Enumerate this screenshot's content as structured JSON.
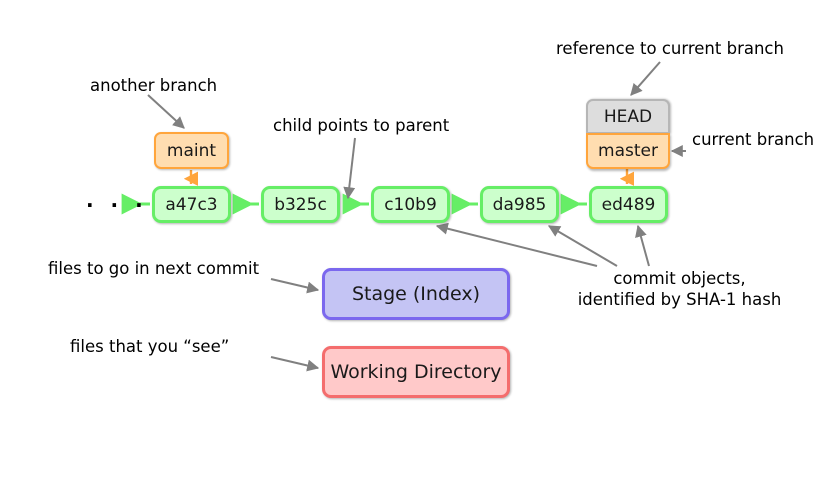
{
  "diagram": {
    "title": "Git data model: commits, branches, stage and working directory",
    "colors": {
      "commit_fill": "#ccffcc",
      "commit_border": "#66ee66",
      "branch_fill": "#ffddb0",
      "branch_border": "#ffa53c",
      "head_fill": "#dddddd",
      "head_border": "#b6b6b6",
      "stage_fill": "#c4c4f4",
      "stage_border": "#7b68ee",
      "workdir_fill": "#ffc9c9",
      "workdir_border": "#f46d6d",
      "annotation_arrow": "#808080",
      "text": "#000000"
    },
    "ellipsis": "· · ·",
    "commits": [
      {
        "id": "a47c3",
        "label": "a47c3"
      },
      {
        "id": "b325c",
        "label": "b325c"
      },
      {
        "id": "c10b9",
        "label": "c10b9"
      },
      {
        "id": "da985",
        "label": "da985"
      },
      {
        "id": "ed489",
        "label": "ed489"
      }
    ],
    "refs": [
      {
        "id": "maint",
        "label": "maint",
        "kind": "branch"
      },
      {
        "id": "head",
        "label": "HEAD",
        "kind": "head"
      },
      {
        "id": "master",
        "label": "master",
        "kind": "branch"
      }
    ],
    "areas": [
      {
        "id": "stage",
        "label": "Stage (Index)"
      },
      {
        "id": "workdir",
        "label": "Working Directory"
      }
    ],
    "annotations": {
      "another_branch": "another branch",
      "child_points_to_parent": "child points to parent",
      "reference_to_current_branch": "reference to current branch",
      "current_branch": "current branch",
      "commit_objects_line1": "commit objects,",
      "commit_objects_line2": "identified by SHA-1 hash",
      "files_next_commit": "files to go in next commit",
      "files_you_see": "files that you “see”"
    }
  }
}
